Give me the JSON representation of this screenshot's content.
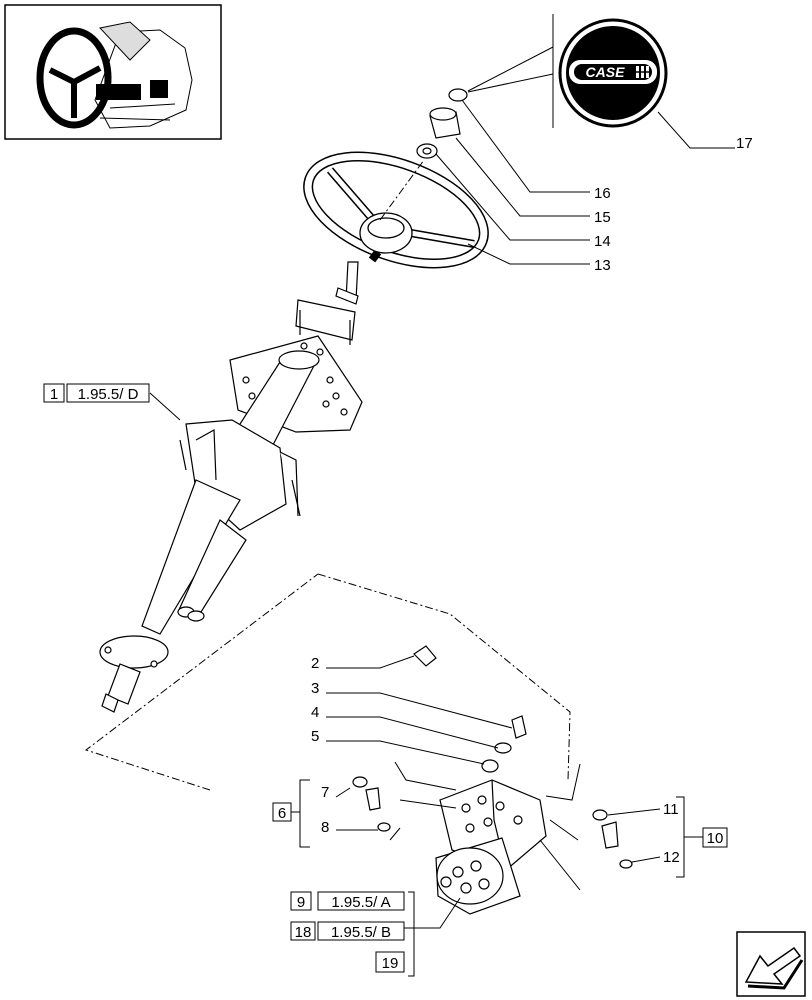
{
  "brand": {
    "logo_text": "CASE IH"
  },
  "callouts": {
    "c2": "2",
    "c3": "3",
    "c4": "4",
    "c5": "5",
    "c7": "7",
    "c8": "8",
    "c11": "11",
    "c12": "12",
    "c13": "13",
    "c14": "14",
    "c15": "15",
    "c16": "16",
    "c17": "17"
  },
  "ref_boxes": {
    "r1_num": "1",
    "r1_ref": "1.95.5/ D",
    "r6_num": "6",
    "r9_num": "9",
    "r9_ref": "1.95.5/ A",
    "r18_num": "18",
    "r18_ref": "1.95.5/ B",
    "r19_num": "19",
    "r10_num": "10"
  }
}
